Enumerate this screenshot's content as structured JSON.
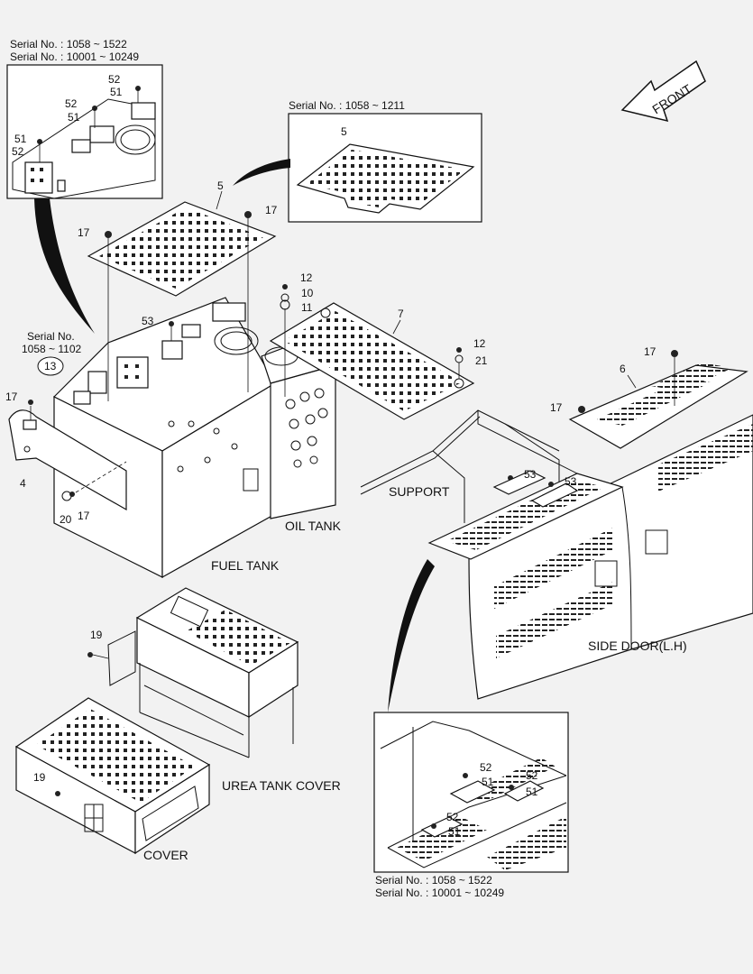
{
  "inset_top_left": {
    "serial_1": "Serial No. : 1058 ~ 1522",
    "serial_2": "Serial No. : 10001 ~ 10249",
    "callouts": [
      "52",
      "51",
      "52",
      "51",
      "51",
      "52"
    ]
  },
  "inset_top_middle": {
    "serial": "Serial No. : 1058 ~ 1211",
    "callout": "5"
  },
  "inset_bottom_right": {
    "serial_1": "Serial No. : 1058 ~ 1522",
    "serial_2": "Serial No. : 10001 ~ 10249",
    "callouts": [
      "52",
      "51",
      "52",
      "51",
      "52",
      "51"
    ]
  },
  "front_label": "FRONT",
  "side_serial": {
    "line1": "Serial No.",
    "line2": "1058 ~ 1102",
    "circled": "13"
  },
  "assemblies": {
    "fuel_tank": "FUEL TANK",
    "oil_tank": "OIL TANK",
    "support": "SUPPORT",
    "side_door": "SIDE DOOR(L.H)",
    "urea_tank_cover": "UREA TANK COVER",
    "cover": "COVER"
  },
  "callouts": {
    "c5": "5",
    "c17a": "17",
    "c17b": "17",
    "c12a": "12",
    "c10": "10",
    "c11": "11",
    "c53a": "53",
    "c7": "7",
    "c12b": "12",
    "c21": "21",
    "c17c": "17",
    "c6": "6",
    "c17d": "17",
    "c17e": "17",
    "c4": "4",
    "c20": "20",
    "c17f": "17",
    "c53b": "53",
    "c53c": "53",
    "c19a": "19",
    "c19b": "19"
  }
}
